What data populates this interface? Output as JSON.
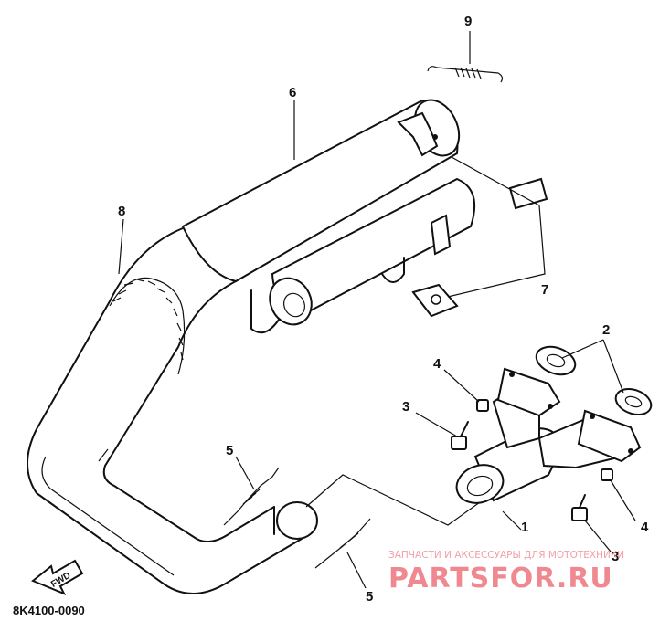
{
  "diagram": {
    "code": "8K4100-0090",
    "callouts": {
      "part_1": "1",
      "part_2": "2",
      "part_3_upper": "3",
      "part_3_lower": "3",
      "part_4_upper": "4",
      "part_4_lower": "4",
      "part_5_upper": "5",
      "part_5_lower": "5",
      "part_6": "6",
      "part_7": "7",
      "part_8": "8",
      "part_9": "9"
    },
    "forward_arrow": "FWD"
  },
  "watermark": {
    "subtitle": "ЗАПЧАСТИ И АКСЕССУАРЫ ДЛЯ МОТОТЕХНИКИ",
    "brand": "PARTSFOR.RU",
    "color": "#f08890"
  }
}
